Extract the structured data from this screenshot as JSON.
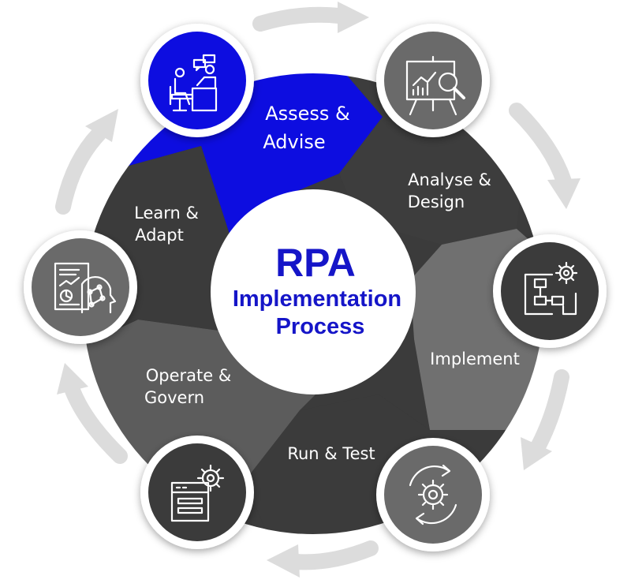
{
  "center": {
    "title": "RPA",
    "subtitle_line1": "Implementation",
    "subtitle_line2": "Process"
  },
  "steps": [
    {
      "line1": "Assess &",
      "line2": "Advise",
      "icon": "consultation-icon"
    },
    {
      "line1": "Analyse &",
      "line2": "Design",
      "icon": "presentation-analysis-icon"
    },
    {
      "line1": "Implement",
      "line2": "",
      "icon": "flowchart-gear-icon"
    },
    {
      "line1": "Run & Test",
      "line2": "",
      "icon": "gear-cycle-icon"
    },
    {
      "line1": "Operate &",
      "line2": "Govern",
      "icon": "window-gear-icon"
    },
    {
      "line1": "Learn &",
      "line2": "Adapt",
      "icon": "report-ai-head-icon"
    }
  ],
  "colors": {
    "active": "#0a0ae0",
    "center_text": "#1515c8",
    "segment_dark": "#3a3a3a",
    "segment_mid": "#5c5c5c",
    "segment_light": "#6f6f6f",
    "node_fill": "#6b6b6b",
    "node_dark_fill": "#3a3a3a",
    "arrow": "#dcdcdc"
  }
}
